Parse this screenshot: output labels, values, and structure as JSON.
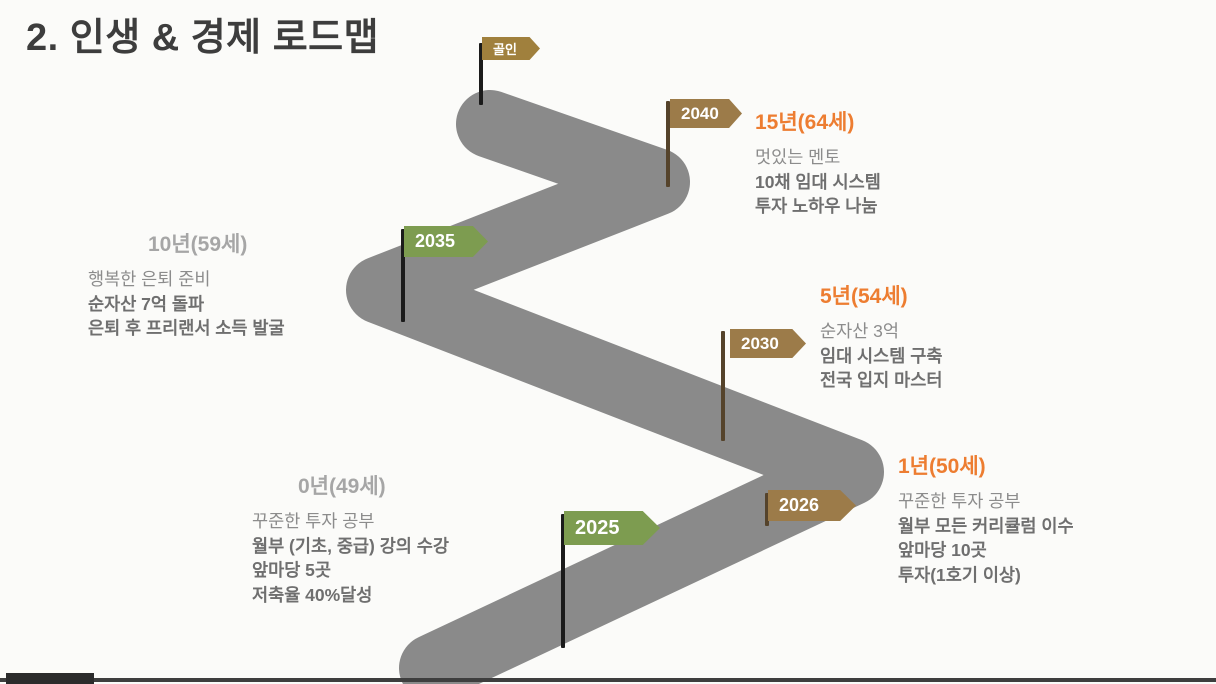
{
  "slide": {
    "title": "2. 인생 & 경제 로드맵"
  },
  "goal": {
    "label": "골인"
  },
  "milestones": [
    {
      "year": "2040",
      "period": "15년(64세)",
      "lines": [
        "멋있는 멘토",
        "10채 임대 시스템",
        "투자 노하우 나눔"
      ]
    },
    {
      "year": "2035",
      "period": "10년(59세)",
      "lines": [
        "행복한 은퇴 준비",
        "순자산 7억 돌파",
        "은퇴 후 프리랜서 소득 발굴"
      ]
    },
    {
      "year": "2030",
      "period": "5년(54세)",
      "lines": [
        "순자산 3억",
        "임대 시스템 구축",
        "전국 입지 마스터"
      ]
    },
    {
      "year": "2026",
      "period": "1년(50세)",
      "lines": [
        "꾸준한 투자 공부",
        "월부 모든 커리큘럼 이수",
        "앞마당 10곳",
        "투자(1호기 이상)"
      ]
    },
    {
      "year": "2025",
      "period": "0년(49세)",
      "lines": [
        "꾸준한 투자 공부",
        "월부 (기초, 중급) 강의 수강",
        "앞마당 5곳",
        "저축율 40%달성"
      ]
    }
  ],
  "colors": {
    "accent_orange": "#ed7d31",
    "flag_brown": "#9c7b49",
    "flag_green": "#7d9c50",
    "road_gray": "#8a8a8a",
    "muted_gray": "#a6a6a6"
  }
}
